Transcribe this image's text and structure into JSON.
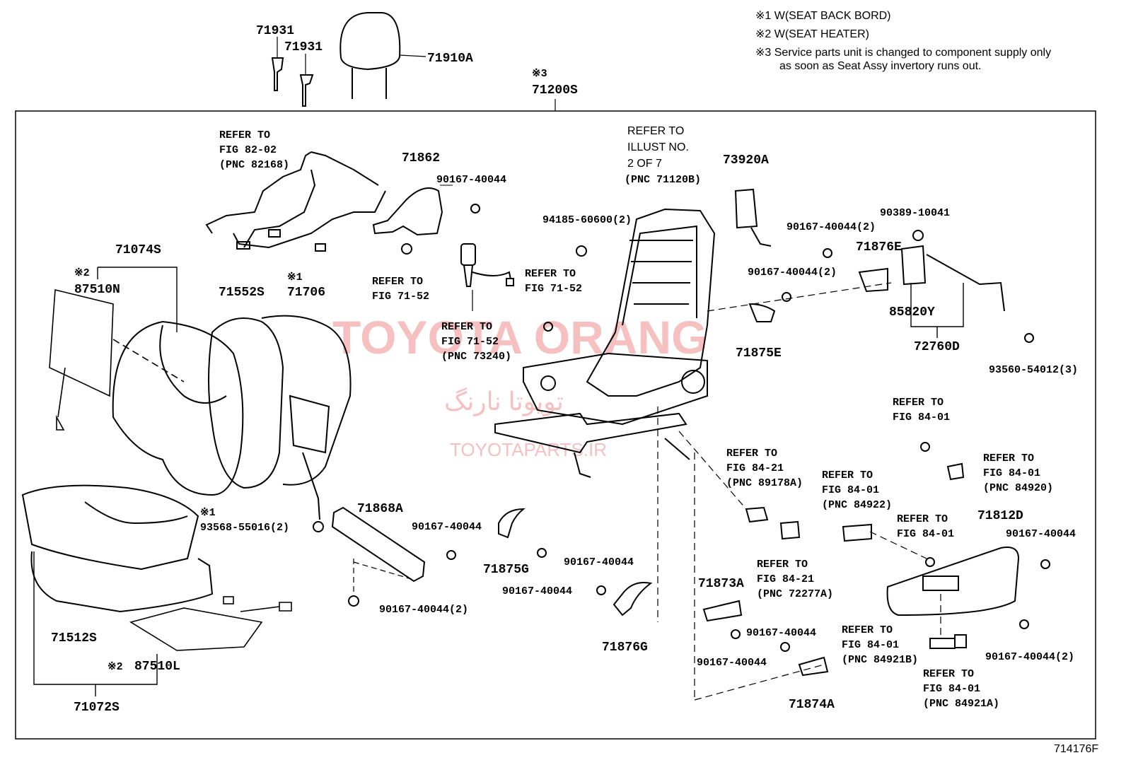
{
  "notes": [
    "※1 W(SEAT BACK BORD)",
    "※2 W(SEAT HEATER)",
    "※3 Service parts unit is changed to component supply only",
    "as soon as Seat Assy invertory runs out."
  ],
  "figure_id": "714176F",
  "watermark": {
    "brand": "TOYOTA ORANG",
    "persian": "تویوتا نارنگ",
    "site": "TOYOTAPARTS.IR"
  },
  "labels": {
    "p71931a": "71931",
    "p71931b": "71931",
    "p71910A": "71910A",
    "mark3": "※3",
    "p71200S": "71200S",
    "ref_8202_1": "REFER TO",
    "ref_8202_2": "FIG 82-02",
    "ref_8202_3": "(PNC 82168)",
    "p71862": "71862",
    "b90167_1": "90167-40044",
    "ref_illust_1": "REFER TO",
    "ref_illust_2": "ILLUST NO.",
    "ref_illust_3": "2 OF 7",
    "ref_illust_4": "(PNC 71120B)",
    "p73920A": "73920A",
    "b94185": "94185-60600(2)",
    "b90167_2x": "90167-40044(2)",
    "b90389": "90389-10041",
    "p71876E": "71876E",
    "p71074S": "71074S",
    "mark2a": "※2",
    "p87510N": "87510N",
    "ref_7152a_1": "REFER TO",
    "ref_7152a_2": "FIG 71-52",
    "ref_7152b_1": "REFER TO",
    "ref_7152b_2": "FIG 71-52",
    "b90167_2y": "90167-40044(2)",
    "p85820Y": "85820Y",
    "p71552S": "71552S",
    "mark1a": "※1",
    "p71706": "71706",
    "ref_7152c_1": "REFER TO",
    "ref_7152c_2": "FIG 71-52",
    "ref_7152c_3": "(PNC 73240)",
    "p71875E": "71875E",
    "p72760D": "72760D",
    "b93560": "93560-54012(3)",
    "ref_8401a_1": "REFER TO",
    "ref_8401a_2": "FIG 84-01",
    "ref_8421a_1": "REFER TO",
    "ref_8421a_2": "FIG 84-21",
    "ref_8421a_3": "(PNC 89178A)",
    "ref_8401b_1": "REFER TO",
    "ref_8401b_2": "FIG 84-01",
    "ref_8401b_3": "(PNC 84920)",
    "ref_8401c_1": "REFER TO",
    "ref_8401c_2": "FIG 84-01",
    "ref_8401c_3": "(PNC 84922)",
    "p71868A": "71868A",
    "mark1b": "※1",
    "b93568": "93568-55016(2)",
    "b90167_3": "90167-40044",
    "ref_8401d_1": "REFER TO",
    "ref_8401d_2": "FIG 84-01",
    "p71812D": "71812D",
    "b90167_4": "90167-40044",
    "p71875G": "71875G",
    "b90167_5": "90167-40044",
    "b90167_6": "90167-40044",
    "ref_8421b_1": "REFER TO",
    "ref_8421b_2": "FIG 84-21",
    "ref_8421b_3": "(PNC 72277A)",
    "p71873A": "71873A",
    "b90167_2z": "90167-40044(2)",
    "p71512S": "71512S",
    "b90167_7": "90167-40044",
    "ref_8401e_1": "REFER TO",
    "ref_8401e_2": "FIG 84-01",
    "ref_8401e_3": "(PNC 84921B)",
    "b90167_2w": "90167-40044(2)",
    "p71876G": "71876G",
    "b90167_8": "90167-40044",
    "ref_8401f_1": "REFER TO",
    "ref_8401f_2": "FIG 84-01",
    "ref_8401f_3": "(PNC 84921A)",
    "mark2b": "※2",
    "p87510L": "87510L",
    "p71874A": "71874A",
    "p71072S": "71072S"
  }
}
